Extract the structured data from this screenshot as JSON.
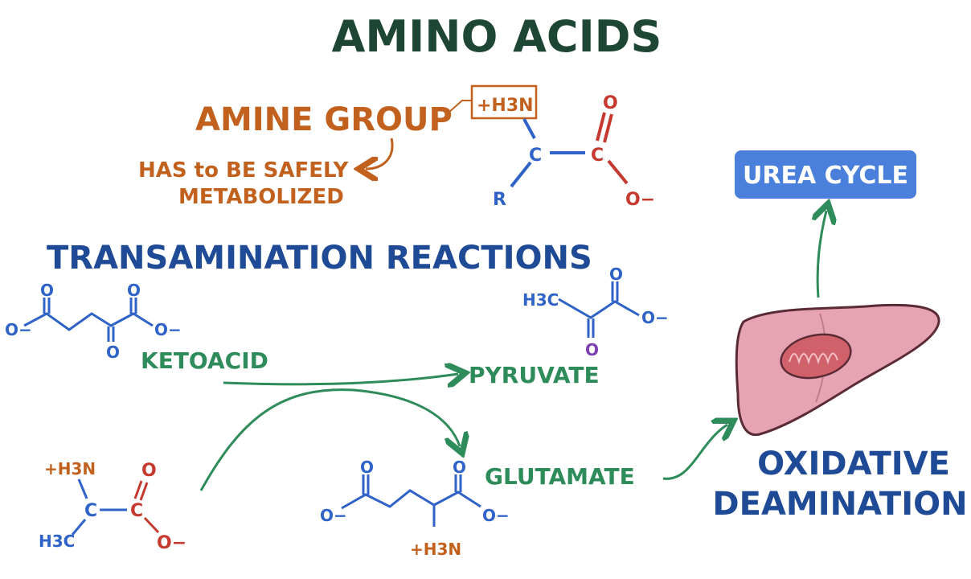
{
  "title": "AMINO ACIDS",
  "amine": {
    "label": "AMINE GROUP",
    "note_line1": "HAS to BE SAFELY",
    "note_line2": "METABOLIZED",
    "struct": {
      "nh3": "+H3N",
      "c1": "C",
      "c2": "C",
      "o_top": "O",
      "o_minus": "O−",
      "r": "R"
    }
  },
  "urea_cycle": "UREA CYCLE",
  "transamination": "TRANSAMINATION REACTIONS",
  "ketoacid": {
    "label": "KETOACID",
    "o1": "O",
    "o2": "O",
    "o3": "O",
    "om_left": "O−",
    "om_right": "O−"
  },
  "pyruvate": {
    "label": "PYRUVATE",
    "h3c": "H3C",
    "o1": "O",
    "o2": "O",
    "om": "O−"
  },
  "glutamate": {
    "label": "GLUTAMATE",
    "o1": "O",
    "o2": "O",
    "om_left": "O−",
    "om_right": "O−",
    "nh3": "+H3N"
  },
  "alanine": {
    "nh3": "+H3N",
    "c1": "C",
    "c2": "C",
    "o": "O",
    "om": "O−",
    "h3c": "H3C"
  },
  "oxidative": {
    "line1": "OXIDATIVE",
    "line2": "DEAMINATION"
  },
  "colors": {
    "title": "#1d4634",
    "orange": "#c2611d",
    "blue": "#2f63c8",
    "navy": "#1e4a96",
    "red": "#c5392f",
    "green": "#2e8b5a",
    "urea_bg": "#4a80dc",
    "liver": "#e6a3b4",
    "purple": "#7a3fb0"
  }
}
